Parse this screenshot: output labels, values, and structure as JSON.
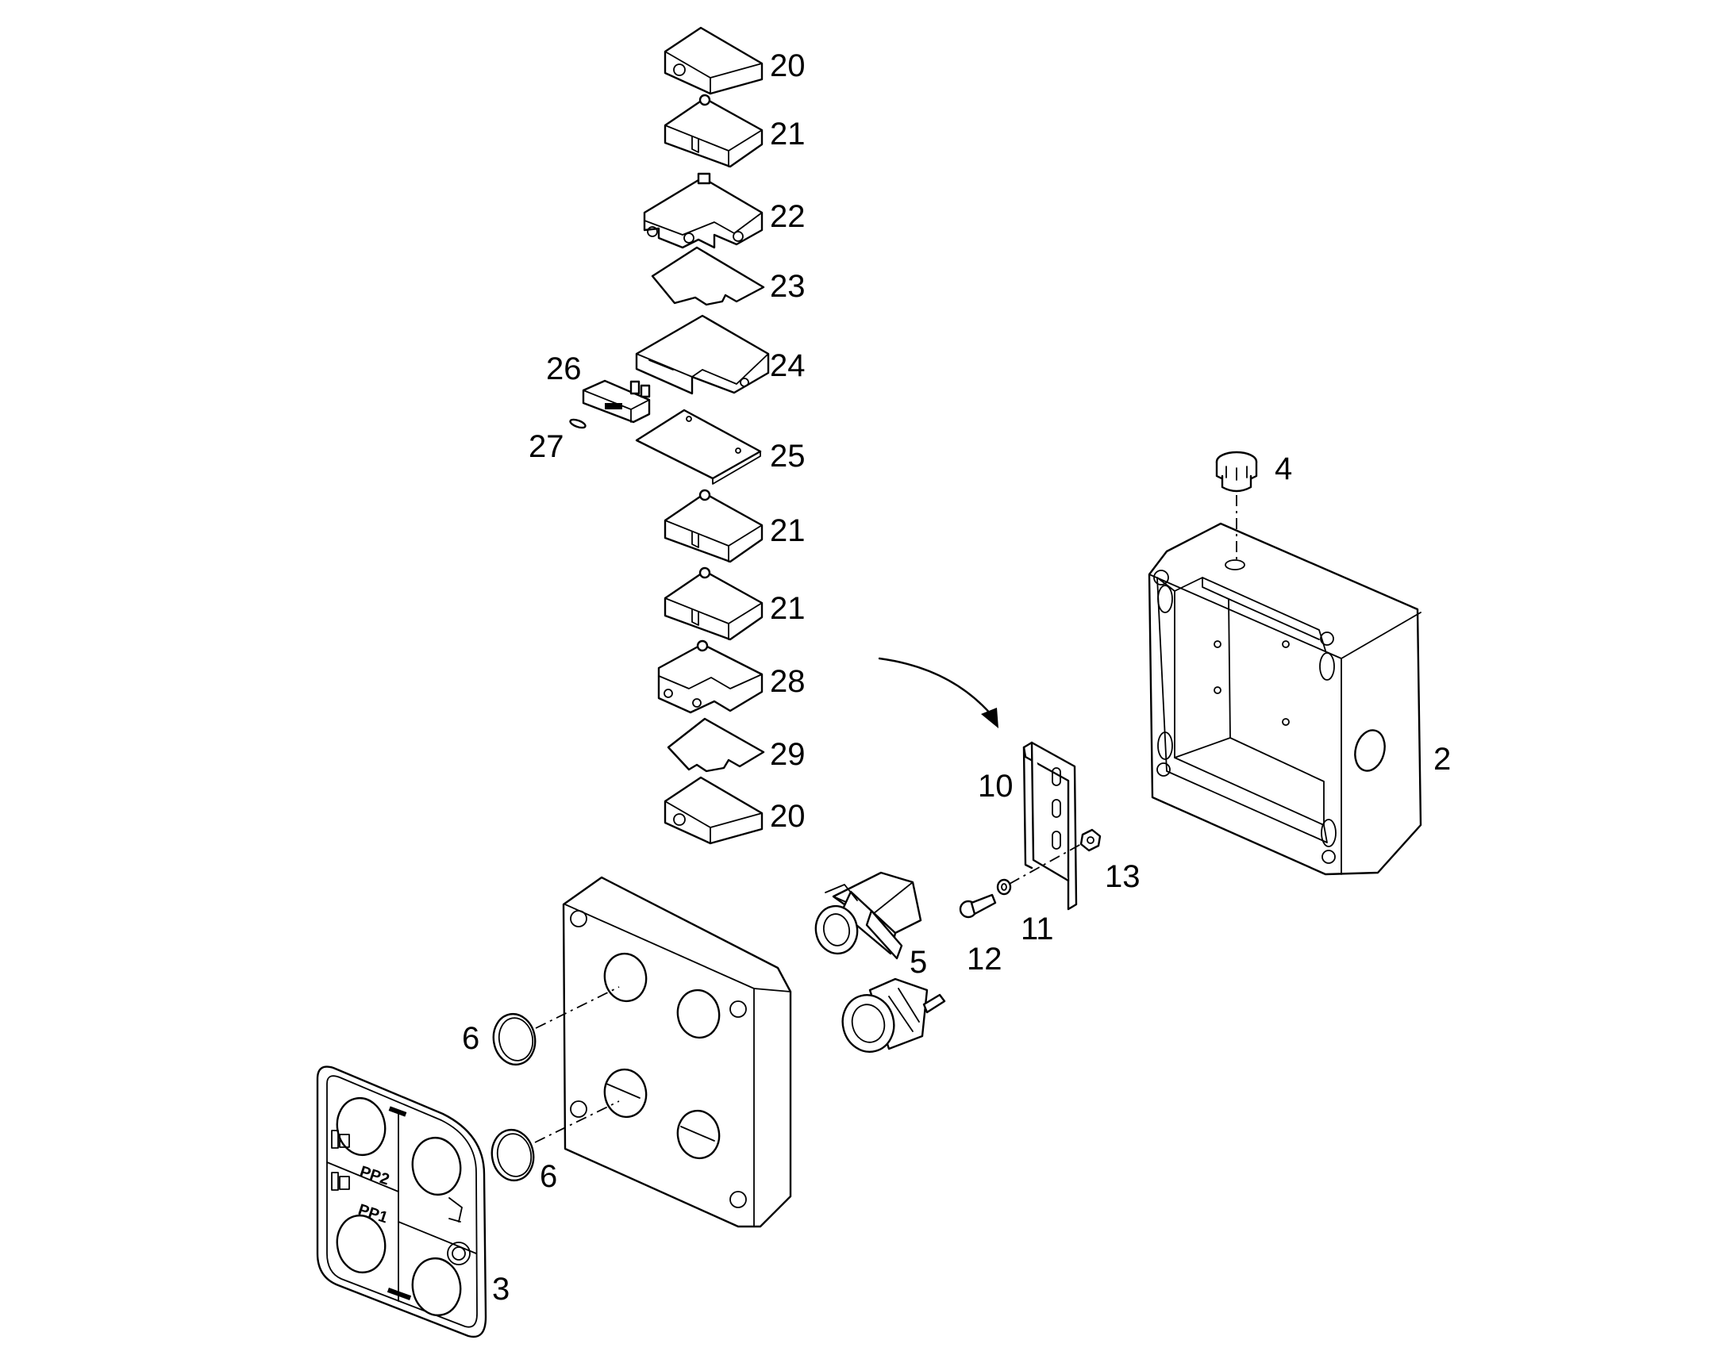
{
  "callouts": {
    "c20a": "20",
    "c21a": "21",
    "c22": "22",
    "c23": "23",
    "c24": "24",
    "c26": "26",
    "c27": "27",
    "c25": "25",
    "c21b": "21",
    "c21c": "21",
    "c28": "28",
    "c29": "29",
    "c20b": "20",
    "c4": "4",
    "c2": "2",
    "c10": "10",
    "c13": "13",
    "c11": "11",
    "c12": "12",
    "c5": "5",
    "c6a": "6",
    "c6b": "6",
    "c3": "3"
  },
  "faceplate": {
    "label_top": "PP2",
    "label_bottom": "PP1"
  },
  "colors": {
    "line": "#000000",
    "background": "#ffffff"
  }
}
